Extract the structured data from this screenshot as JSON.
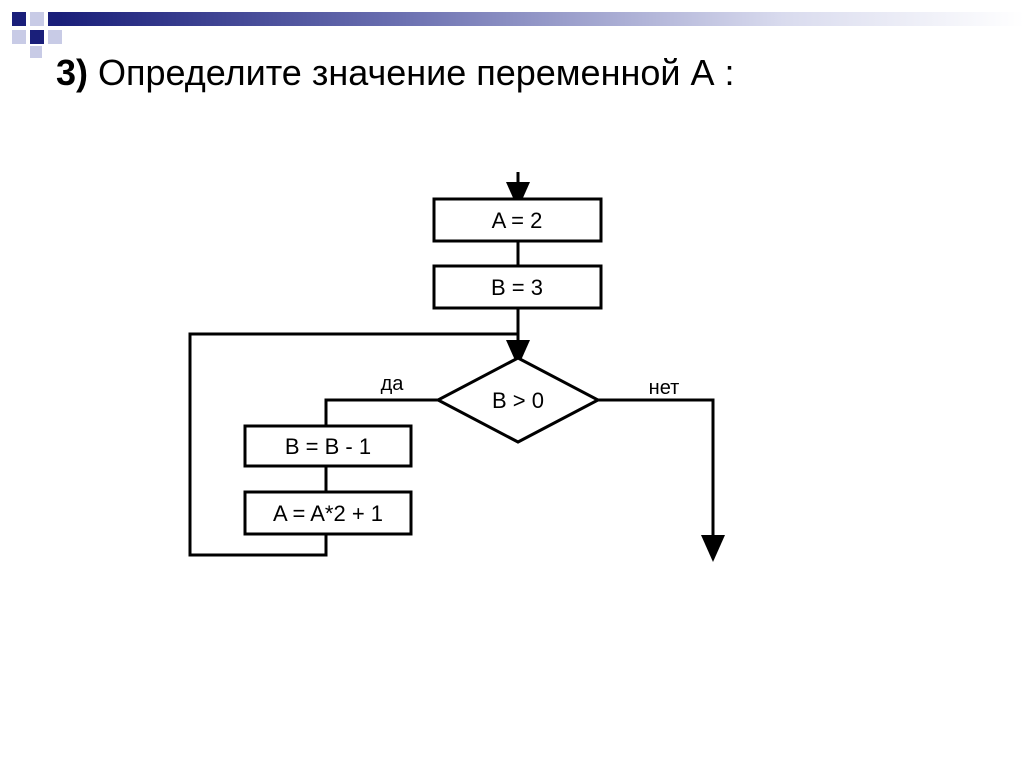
{
  "title": {
    "number": "3)",
    "text": "Определите значение переменной А :"
  },
  "flowchart": {
    "blocks": {
      "assign_a": "A = 2",
      "assign_b": "B = 3",
      "condition": "B > 0",
      "decrement_b": "B = B - 1",
      "update_a": "A = A*2 + 1"
    },
    "branches": {
      "yes": "да",
      "no": "нет"
    }
  },
  "colors": {
    "line": "#000000",
    "header_gradient_start": "#1a1f7a",
    "header_gradient_end": "#ffffff",
    "deco_square_dark": "#1a1f7a",
    "deco_square_light": "#c8cbe6"
  }
}
